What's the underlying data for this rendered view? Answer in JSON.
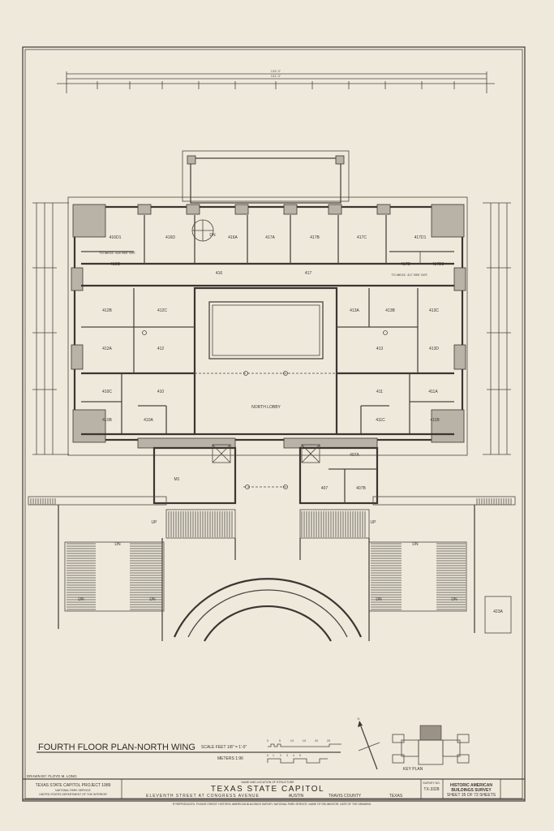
{
  "drawing": {
    "title": "FOURTH FLOOR PLAN-NORTH WING",
    "scale_label": "SCALE  FEET   1/8\" = 1'-0\"",
    "scale_feet_ticks": [
      "0",
      "5",
      "10",
      "15",
      "20",
      "25"
    ],
    "meters_label": "METERS   1:96",
    "scale_meter_ticks": [
      "0",
      "1",
      "2",
      "3",
      "4",
      "5"
    ],
    "overall_dimension": "133'-3\"",
    "inner_dimension": "131'-3\"",
    "key_plan_label": "KEY PLAN",
    "north_label": "N"
  },
  "rooms": [
    "416D1",
    "416D",
    "416A",
    "417A",
    "417B",
    "417C",
    "417D1",
    "416C",
    "417D",
    "417D2",
    "416",
    "417",
    "412B",
    "412C",
    "412A",
    "412",
    "413A",
    "413B",
    "413C",
    "413",
    "413D",
    "410C",
    "410",
    "410B",
    "410A",
    "NORTH LOBBY",
    "411",
    "411A",
    "411C",
    "411B",
    "M1",
    "407A",
    "407",
    "407B",
    "423A"
  ],
  "annotations": {
    "to_mezz_left": "TO MEZZ. 416 SEE SHT.",
    "to_mezz_right": "TO MEZZ. 417 SEE SHT.",
    "dn": "DN",
    "up": "UP"
  },
  "title_block": {
    "drawn_by": "DRAWN BY: FLOYD M. LONG",
    "project": "TEXAS STATE CAPITOL PROJECT 1989",
    "agency1": "NATIONAL PARK SERVICE",
    "agency2": "UNITED STATES DEPARTMENT OF THE INTERIOR",
    "name_caption": "NAME AND LOCATION OF STRUCTURE",
    "structure_name": "TEXAS STATE CAPITOL",
    "street": "ELEVENTH STREET AT CONGRESS AVENUE",
    "city": "AUSTIN",
    "county": "TRAVIS COUNTY",
    "state": "TEXAS",
    "survey_caption": "SURVEY NO.",
    "survey_no": "TX-3328",
    "habs1": "HISTORIC AMERICAN",
    "habs2": "BUILDINGS SURVEY",
    "sheet": "SHEET 35 OF 73 SHEETS",
    "credit": "IF REPRODUCED, PLEASE CREDIT: HISTORIC AMERICAN BUILDINGS SURVEY, NATIONAL PARK SERVICE, NAME OF DELINEATOR, DATE OF THE DRAWING"
  }
}
